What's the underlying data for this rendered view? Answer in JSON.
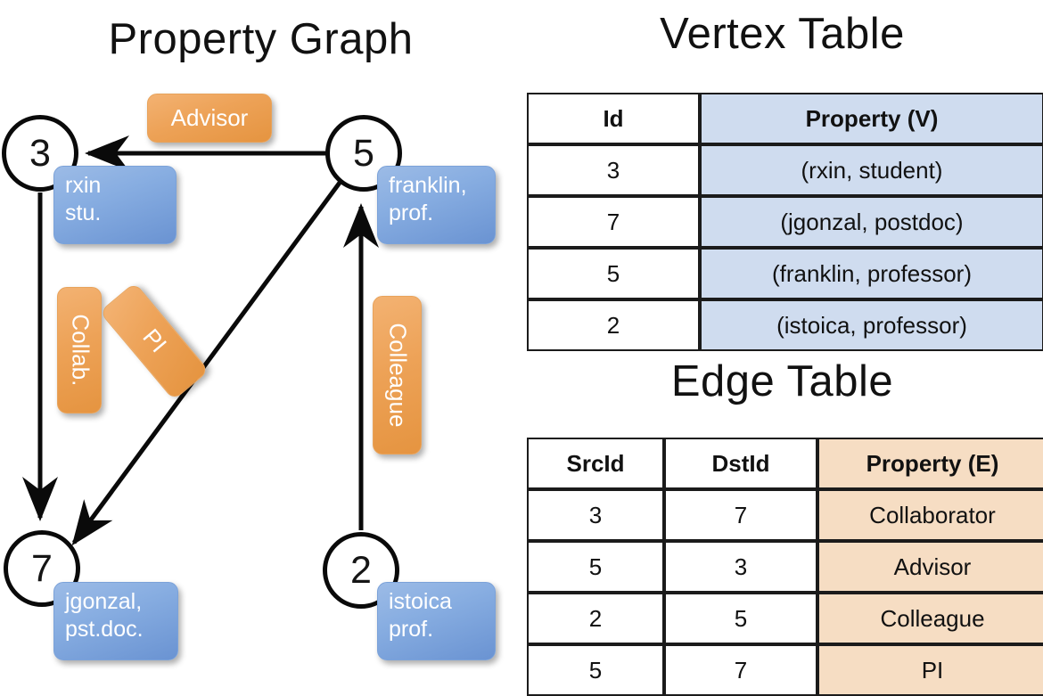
{
  "titles": {
    "graph": "Property Graph",
    "vertex": "Vertex Table",
    "edge": "Edge Table"
  },
  "graph": {
    "nodes": [
      {
        "id": "3",
        "name": "node-3"
      },
      {
        "id": "5",
        "name": "node-5"
      },
      {
        "id": "7",
        "name": "node-7"
      },
      {
        "id": "2",
        "name": "node-2"
      }
    ],
    "property_badges": [
      {
        "name": "rxin",
        "line1": "rxin",
        "line2": "stu."
      },
      {
        "name": "franklin",
        "line1": "franklin,",
        "line2": "prof."
      },
      {
        "name": "jgonzal",
        "line1": "jgonzal,",
        "line2": "pst.doc."
      },
      {
        "name": "istoica",
        "line1": "istoica",
        "line2": "prof."
      }
    ],
    "edge_badges": [
      {
        "name": "advisor",
        "label": "Advisor"
      },
      {
        "name": "collab",
        "label": "Collab."
      },
      {
        "name": "pi",
        "label": "PI"
      },
      {
        "name": "colleague",
        "label": "Colleague"
      }
    ],
    "edges": [
      {
        "from": "5",
        "to": "3",
        "label": "Advisor"
      },
      {
        "from": "3",
        "to": "7",
        "label": "Collab."
      },
      {
        "from": "5",
        "to": "7",
        "label": "PI"
      },
      {
        "from": "2",
        "to": "5",
        "label": "Colleague"
      }
    ]
  },
  "vertex_table": {
    "headers": [
      "Id",
      "Property (V)"
    ],
    "rows": [
      {
        "id": "3",
        "property": "(rxin, student)"
      },
      {
        "id": "7",
        "property": "(jgonzal, postdoc)"
      },
      {
        "id": "5",
        "property": "(franklin, professor)"
      },
      {
        "id": "2",
        "property": "(istoica, professor)"
      }
    ]
  },
  "edge_table": {
    "headers": [
      "SrcId",
      "DstId",
      "Property (E)"
    ],
    "rows": [
      {
        "src": "3",
        "dst": "7",
        "property": "Collaborator"
      },
      {
        "src": "5",
        "dst": "3",
        "property": "Advisor"
      },
      {
        "src": "2",
        "dst": "5",
        "property": "Colleague"
      },
      {
        "src": "5",
        "dst": "7",
        "property": "PI"
      }
    ]
  },
  "colors": {
    "vertex_property_fill": "#cfdcef",
    "edge_property_fill": "#f6ddc3",
    "badge_blue": "#87ade1",
    "badge_orange": "#eda257",
    "stroke": "#0a0a0a"
  }
}
